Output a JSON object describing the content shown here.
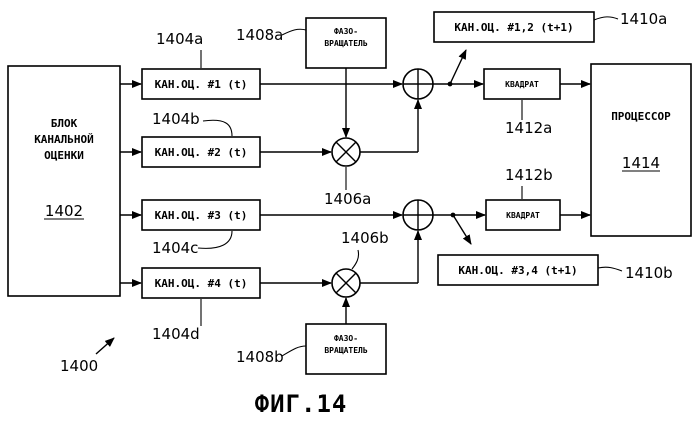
{
  "figure_caption": "ФИГ.14",
  "system_ref": "1400",
  "channel_estimation_block": {
    "line1": "БЛОК",
    "line2": "КАНАЛЬНОЙ",
    "line3": "ОЦЕНКИ",
    "ref": "1402"
  },
  "estimates": [
    {
      "label": "КАН.ОЦ. #1 (t)",
      "ref": "1404a"
    },
    {
      "label": "КАН.ОЦ. #2 (t)",
      "ref": "1404b"
    },
    {
      "label": "КАН.ОЦ. #3 (t)",
      "ref": "1404c"
    },
    {
      "label": "КАН.ОЦ. #4 (t)",
      "ref": "1404d"
    }
  ],
  "phase_rotators": [
    {
      "line1": "ФАЗО-",
      "line2": "ВРАЩАТЕЛЬ",
      "ref": "1408a"
    },
    {
      "line1": "ФАЗО-",
      "line2": "ВРАЩАТЕЛЬ",
      "ref": "1408b"
    }
  ],
  "multipliers": [
    {
      "ref": "1406a"
    },
    {
      "ref": "1406b"
    }
  ],
  "outputs": [
    {
      "label": "КАН.ОЦ. #1,2 (t+1)",
      "ref": "1410a"
    },
    {
      "label": "КАН.ОЦ. #3,4 (t+1)",
      "ref": "1410b"
    }
  ],
  "squarers": [
    {
      "label": "КВАДРАТ",
      "ref": "1412a"
    },
    {
      "label": "КВАДРАТ",
      "ref": "1412b"
    }
  ],
  "processor": {
    "label": "ПРОЦЕССОР",
    "ref": "1414"
  }
}
